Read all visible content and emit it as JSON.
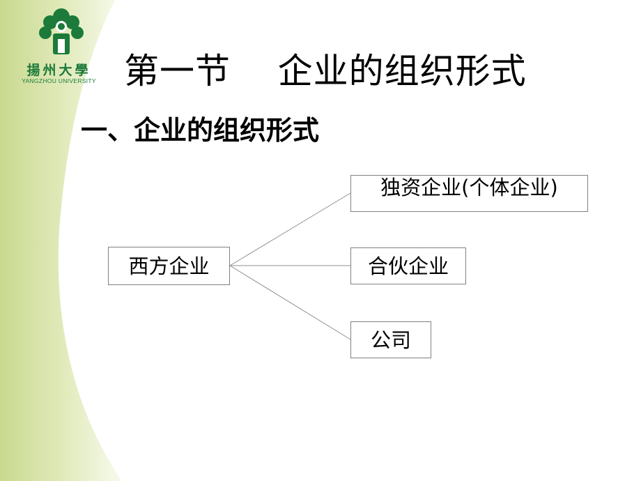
{
  "university": {
    "name_cn": "揚州大學",
    "name_en": "YANGZHOU UNIVERSITY"
  },
  "slide": {
    "title": "第一节    企业的组织形式",
    "subtitle": "一、企业的组织形式"
  },
  "diagram": {
    "root": "西方企业",
    "children": [
      "独资企业(个体企业)",
      "合伙企业",
      "公司"
    ]
  },
  "colors": {
    "accent_green": "#1c7a3a",
    "swoosh": "#e4ecc4"
  }
}
